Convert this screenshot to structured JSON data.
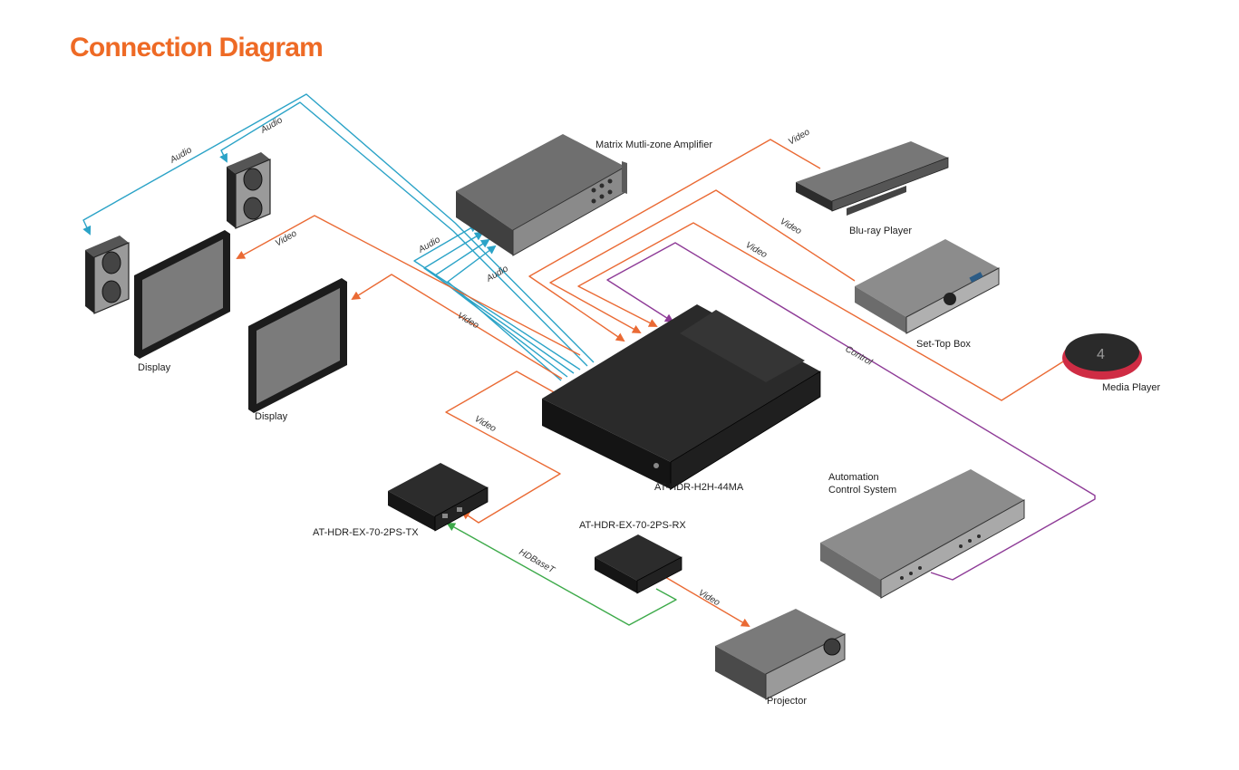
{
  "title": "Connection Diagram",
  "colors": {
    "title": "#ee6a25",
    "video": "#ea6a34",
    "audio": "#2ba3c7",
    "control": "#8e3b97",
    "hdbaset": "#3daa4a"
  },
  "devices": {
    "amplifier": "Matrix Mutli-zone Amplifier",
    "bluray": "Blu-ray Player",
    "settop": "Set-Top Box",
    "media": "Media Player",
    "display1": "Display",
    "display2": "Display",
    "switcher": "AT-HDR-H2H-44MA",
    "tx": "AT-HDR-EX-70-2PS-TX",
    "rx": "AT-HDR-EX-70-2PS-RX",
    "automation_line1": "Automation",
    "automation_line2": "Control System",
    "projector": "Projector"
  },
  "wires": {
    "audio_spk1": "Audio",
    "audio_spk2": "Audio",
    "audio_amp1": "Audio",
    "audio_amp2": "Audio",
    "video_bluray": "Video",
    "video_settop": "Video",
    "video_media": "Video",
    "video_display1": "Video",
    "video_display2": "Video",
    "video_tx": "Video",
    "video_projector": "Video",
    "control": "Control",
    "hdbaset": "HDBaseT"
  }
}
